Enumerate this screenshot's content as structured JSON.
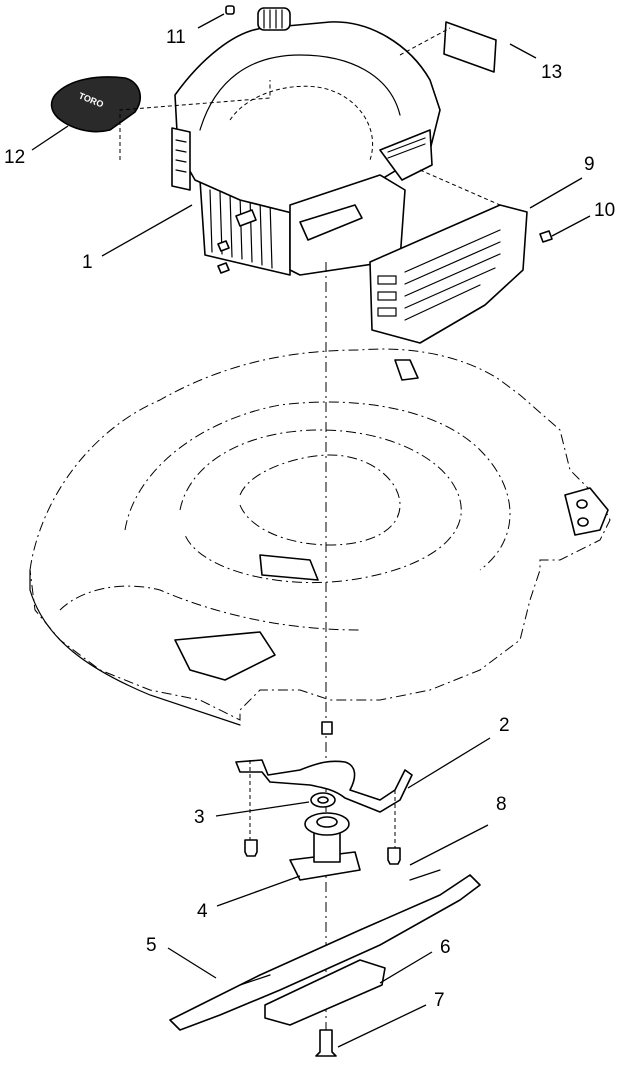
{
  "callouts": [
    {
      "id": "1",
      "label": "1"
    },
    {
      "id": "2",
      "label": "2"
    },
    {
      "id": "3",
      "label": "3"
    },
    {
      "id": "4",
      "label": "4"
    },
    {
      "id": "5",
      "label": "5"
    },
    {
      "id": "6",
      "label": "6"
    },
    {
      "id": "7",
      "label": "7"
    },
    {
      "id": "8",
      "label": "8"
    },
    {
      "id": "9",
      "label": "9"
    },
    {
      "id": "10",
      "label": "10"
    },
    {
      "id": "11",
      "label": "11"
    },
    {
      "id": "12",
      "label": "12"
    },
    {
      "id": "13",
      "label": "13"
    }
  ],
  "decal_text": "TORO"
}
